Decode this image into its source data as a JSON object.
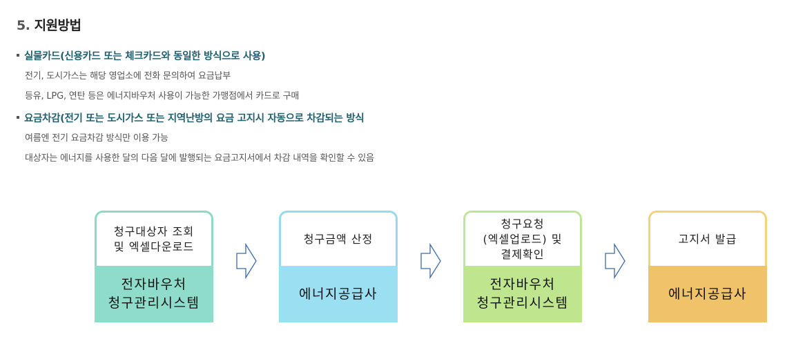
{
  "section": {
    "number": "5.",
    "title": "지원방법"
  },
  "methods": [
    {
      "heading": "실물카드(신용카드 또는 체크카드와 동일한 방식으로 사용)",
      "lines": [
        "전기, 도시가스는 해당 영업소에 전화 문의하여 요금납부",
        "등유, LPG, 연탄 등은 에너지바우처 사용이 가능한 가맹점에서 카드로 구매"
      ]
    },
    {
      "heading": "요금차감(전기 또는 도시가스 또는 지역난방의 요금 고지시 자동으로 차감되는 방식",
      "lines": [
        "여름엔 전기 요금차감 방식만 이용 가능",
        "대상자는 에너지를 사용한 달의 다음 달에 발행되는 요금고지서에서 차감 내역을 확인할 수 있음"
      ]
    }
  ],
  "process": [
    {
      "step": "청구대상자 조회\n및 엑셀다운로드",
      "actor": "전자바우처\n청구관리시스템",
      "border_color": "#8fd8c8",
      "fill_color": "#8fdcca"
    },
    {
      "step": "청구금액 산정",
      "actor": "에너지공급사",
      "border_color": "#9ad9ec",
      "fill_color": "#9adff2"
    },
    {
      "step": "청구요청\n(엑셀업로드) 및\n결제확인",
      "actor": "전자바우처\n청구관리시스템",
      "border_color": "#bfe59a",
      "fill_color": "#bfe68f"
    },
    {
      "step": "고지서 발급",
      "actor": "에너지공급사",
      "border_color": "#f2d27c",
      "fill_color": "#f0c26a"
    }
  ],
  "arrow_icon": "outline-right-arrow-icon",
  "colors": {
    "heading": "#1f5f6e",
    "arrow_stroke": "#3a6aa8"
  }
}
